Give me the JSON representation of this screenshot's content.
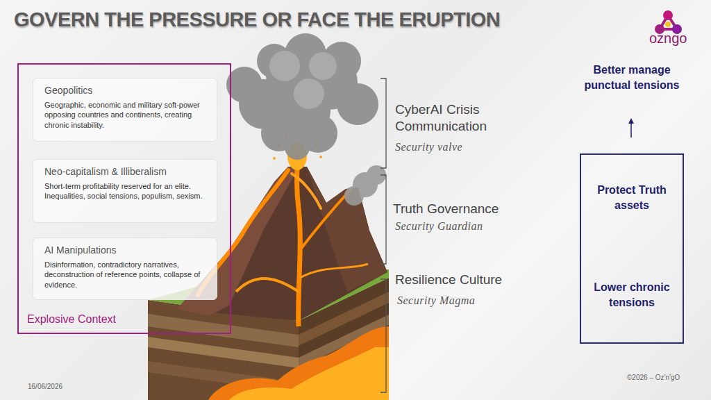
{
  "diagram": {
    "title": "GOVERN THE PRESSURE OR FACE THE ERUPTION",
    "nodes": [
      {
        "text": [
          "Explosive Context"
        ]
      },
      {
        "text": [
          "Geopolitics",
          "Geographic, economic and military soft-power opposing countries and continents, creating chronic instability."
        ],
        "in": 0
      },
      {
        "text": [
          "Neo-capitalism & Illiberalism",
          "Short-term profitability reserved for an elite. Inequalities, social tensions, populism, sexism."
        ],
        "in": 0
      },
      {
        "text": [
          "AI Manipulations",
          "Disinformation, contradictory narratives, deconstruction of reference points, collapse of evidence."
        ],
        "in": 0
      },
      {
        "text": [
          "Protect Truth assets",
          "Lower chronic tensions"
        ]
      }
    ],
    "labels": [
      "CyberAI Crisis Communication",
      "Security valve",
      "Truth Governance",
      "Security Guardian",
      "Resilience Culture",
      "Security Magma",
      "Better manage punctual tensions",
      "ozngo",
      "16/06/2026",
      "©2026 – Oz'n'gO"
    ]
  }
}
